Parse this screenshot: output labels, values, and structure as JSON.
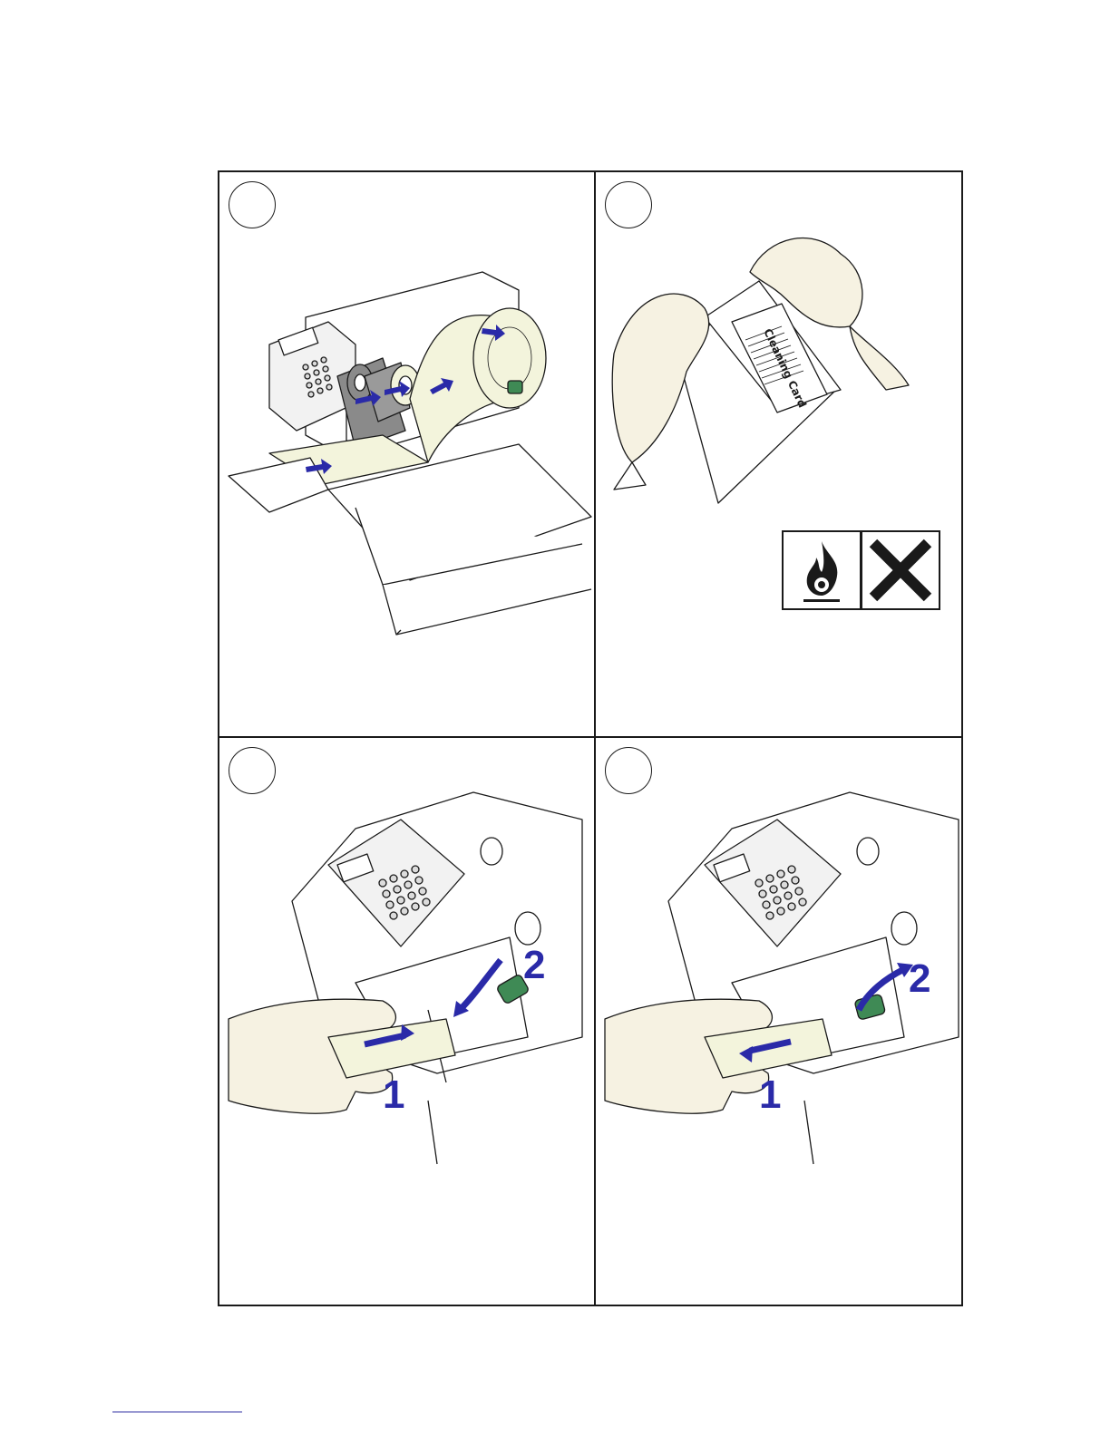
{
  "figure": {
    "panels": [
      {
        "id": "step-a",
        "illustration": "printer-loaded-ribbon-and-media"
      },
      {
        "id": "step-b",
        "illustration": "opening-cleaning-card-pouch"
      },
      {
        "id": "step-c",
        "illustration": "inserting-cleaning-card"
      },
      {
        "id": "step-d",
        "illustration": "pulling-out-cleaning-card"
      }
    ],
    "cleaning_card_text": "Cleaning Card",
    "warning_icons": [
      "flammable-icon",
      "harmful-x-icon"
    ],
    "step_labels_c": [
      "1",
      "2"
    ],
    "step_labels_d": [
      "1",
      "2"
    ]
  },
  "colors": {
    "line": "#1a1a1a",
    "arrow": "#2a2aa8",
    "media": "#f3f4dc",
    "ribbon": "#8a8a8a",
    "knob": "#3f8a55",
    "skin": "#f6f2e2"
  }
}
